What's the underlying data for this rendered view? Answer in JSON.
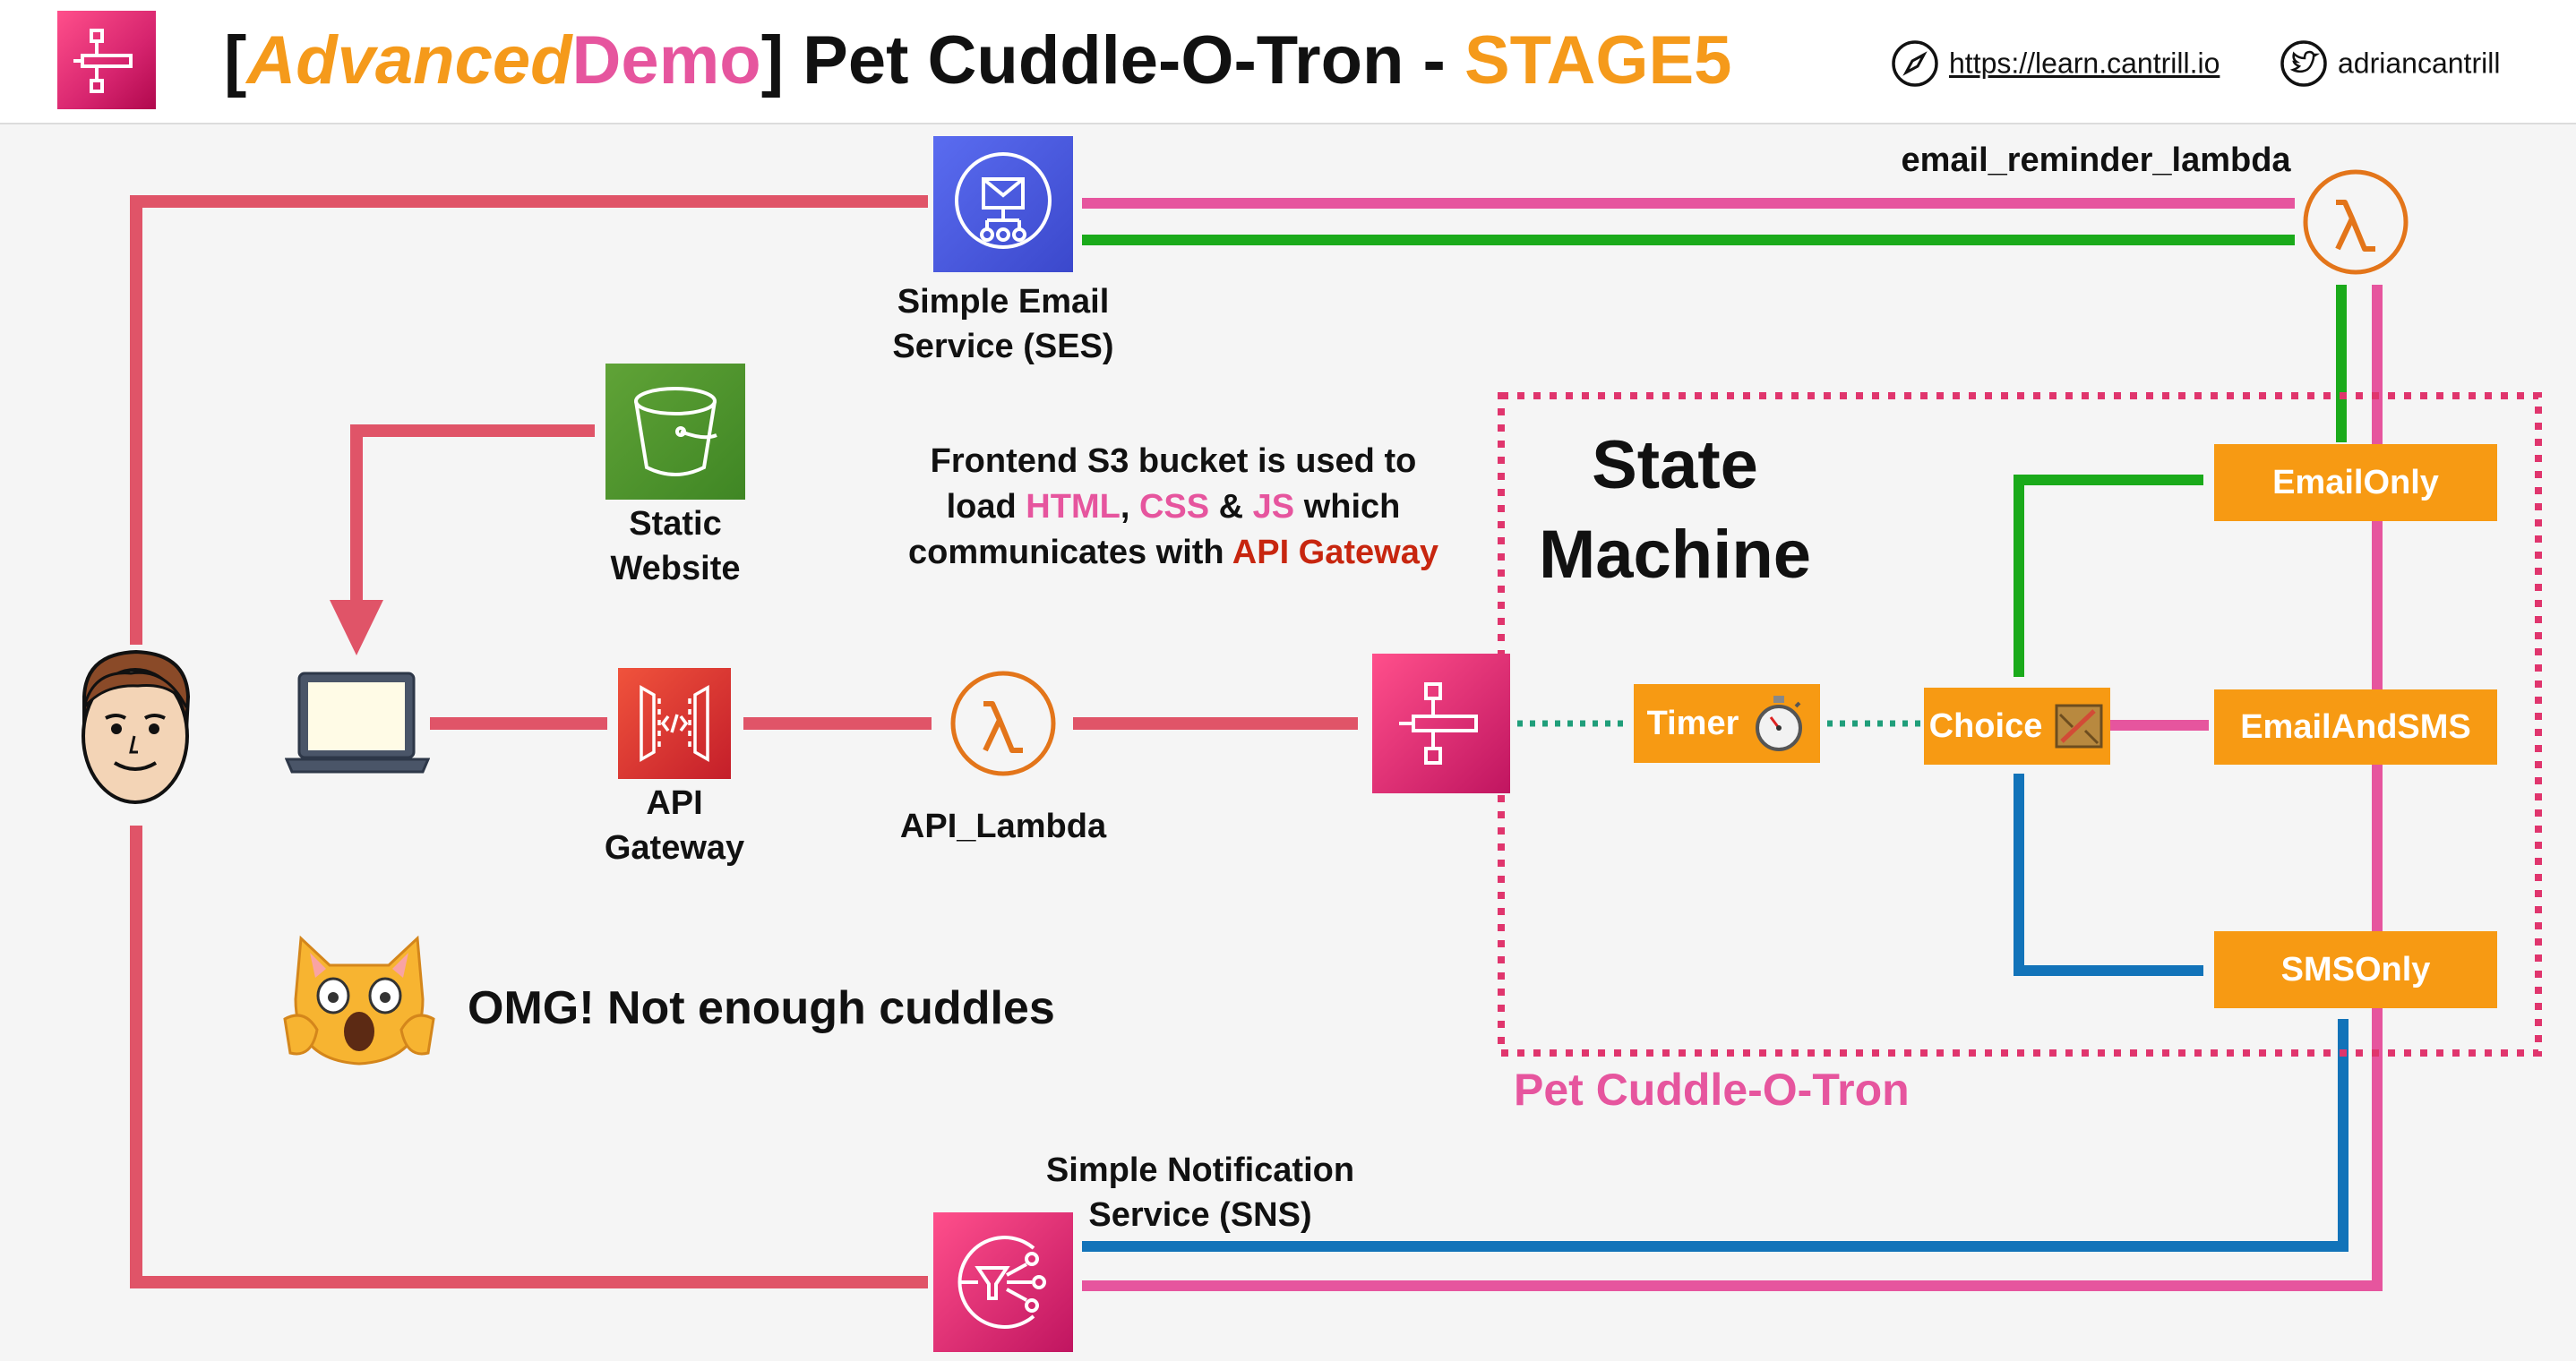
{
  "header": {
    "title_open": "[",
    "title_advanced": "Advanced",
    "title_demo": "Demo",
    "title_close": "]",
    "title_main": " Pet Cuddle-O-Tron - ",
    "title_stage": "STAGE5",
    "website": "https://learn.cantrill.io",
    "twitter": "adriancantrill",
    "website_icon": "compass-icon",
    "twitter_icon": "twitter-bird-icon",
    "logo_icon": "step-functions-icon"
  },
  "services": {
    "ses_label_1": "Simple Email",
    "ses_label_2": "Service (SES)",
    "s3_label_1": "Static",
    "s3_label_2": "Website",
    "apigw_label_1": "API",
    "apigw_label_2": "Gateway",
    "api_lambda_label": "API_Lambda",
    "email_lambda_label": "email_reminder_lambda",
    "sns_label_1": "Simple Notification",
    "sns_label_2": "Service (SNS)"
  },
  "note": {
    "l1": "Frontend S3 bucket is used to",
    "l2_a": "load ",
    "l2_html": "HTML",
    "l2_b": ", ",
    "l2_css": "CSS",
    "l2_c": " & ",
    "l2_js": "JS",
    "l2_d": " which",
    "l3_a": "communicates with ",
    "l3_api": "API Gateway"
  },
  "state_machine": {
    "title_1": "State",
    "title_2": "Machine",
    "group_label": "Pet Cuddle-O-Tron",
    "timer": "Timer",
    "timer_icon": "stopwatch-icon",
    "choice": "Choice",
    "choice_icon": "traffic-sign-icon",
    "email_only": "EmailOnly",
    "email_and_sms": "EmailAndSMS",
    "sms_only": "SMSOnly"
  },
  "misc": {
    "omg": "OMG! Not enough cuddles"
  },
  "colors": {
    "user_flow": "#e05468",
    "pink_path": "#e6559e",
    "green_path": "#1aaa1a",
    "blue_path": "#1273b9",
    "state_orange": "#f79a13",
    "dotted_teal": "#1f9e7a",
    "ses_blue": "#3b48cc",
    "s3_green": "#3f8624",
    "apigw_red": "#d6242d",
    "lambda_orange": "#e3751a",
    "sf_pink": "#d6246e"
  }
}
